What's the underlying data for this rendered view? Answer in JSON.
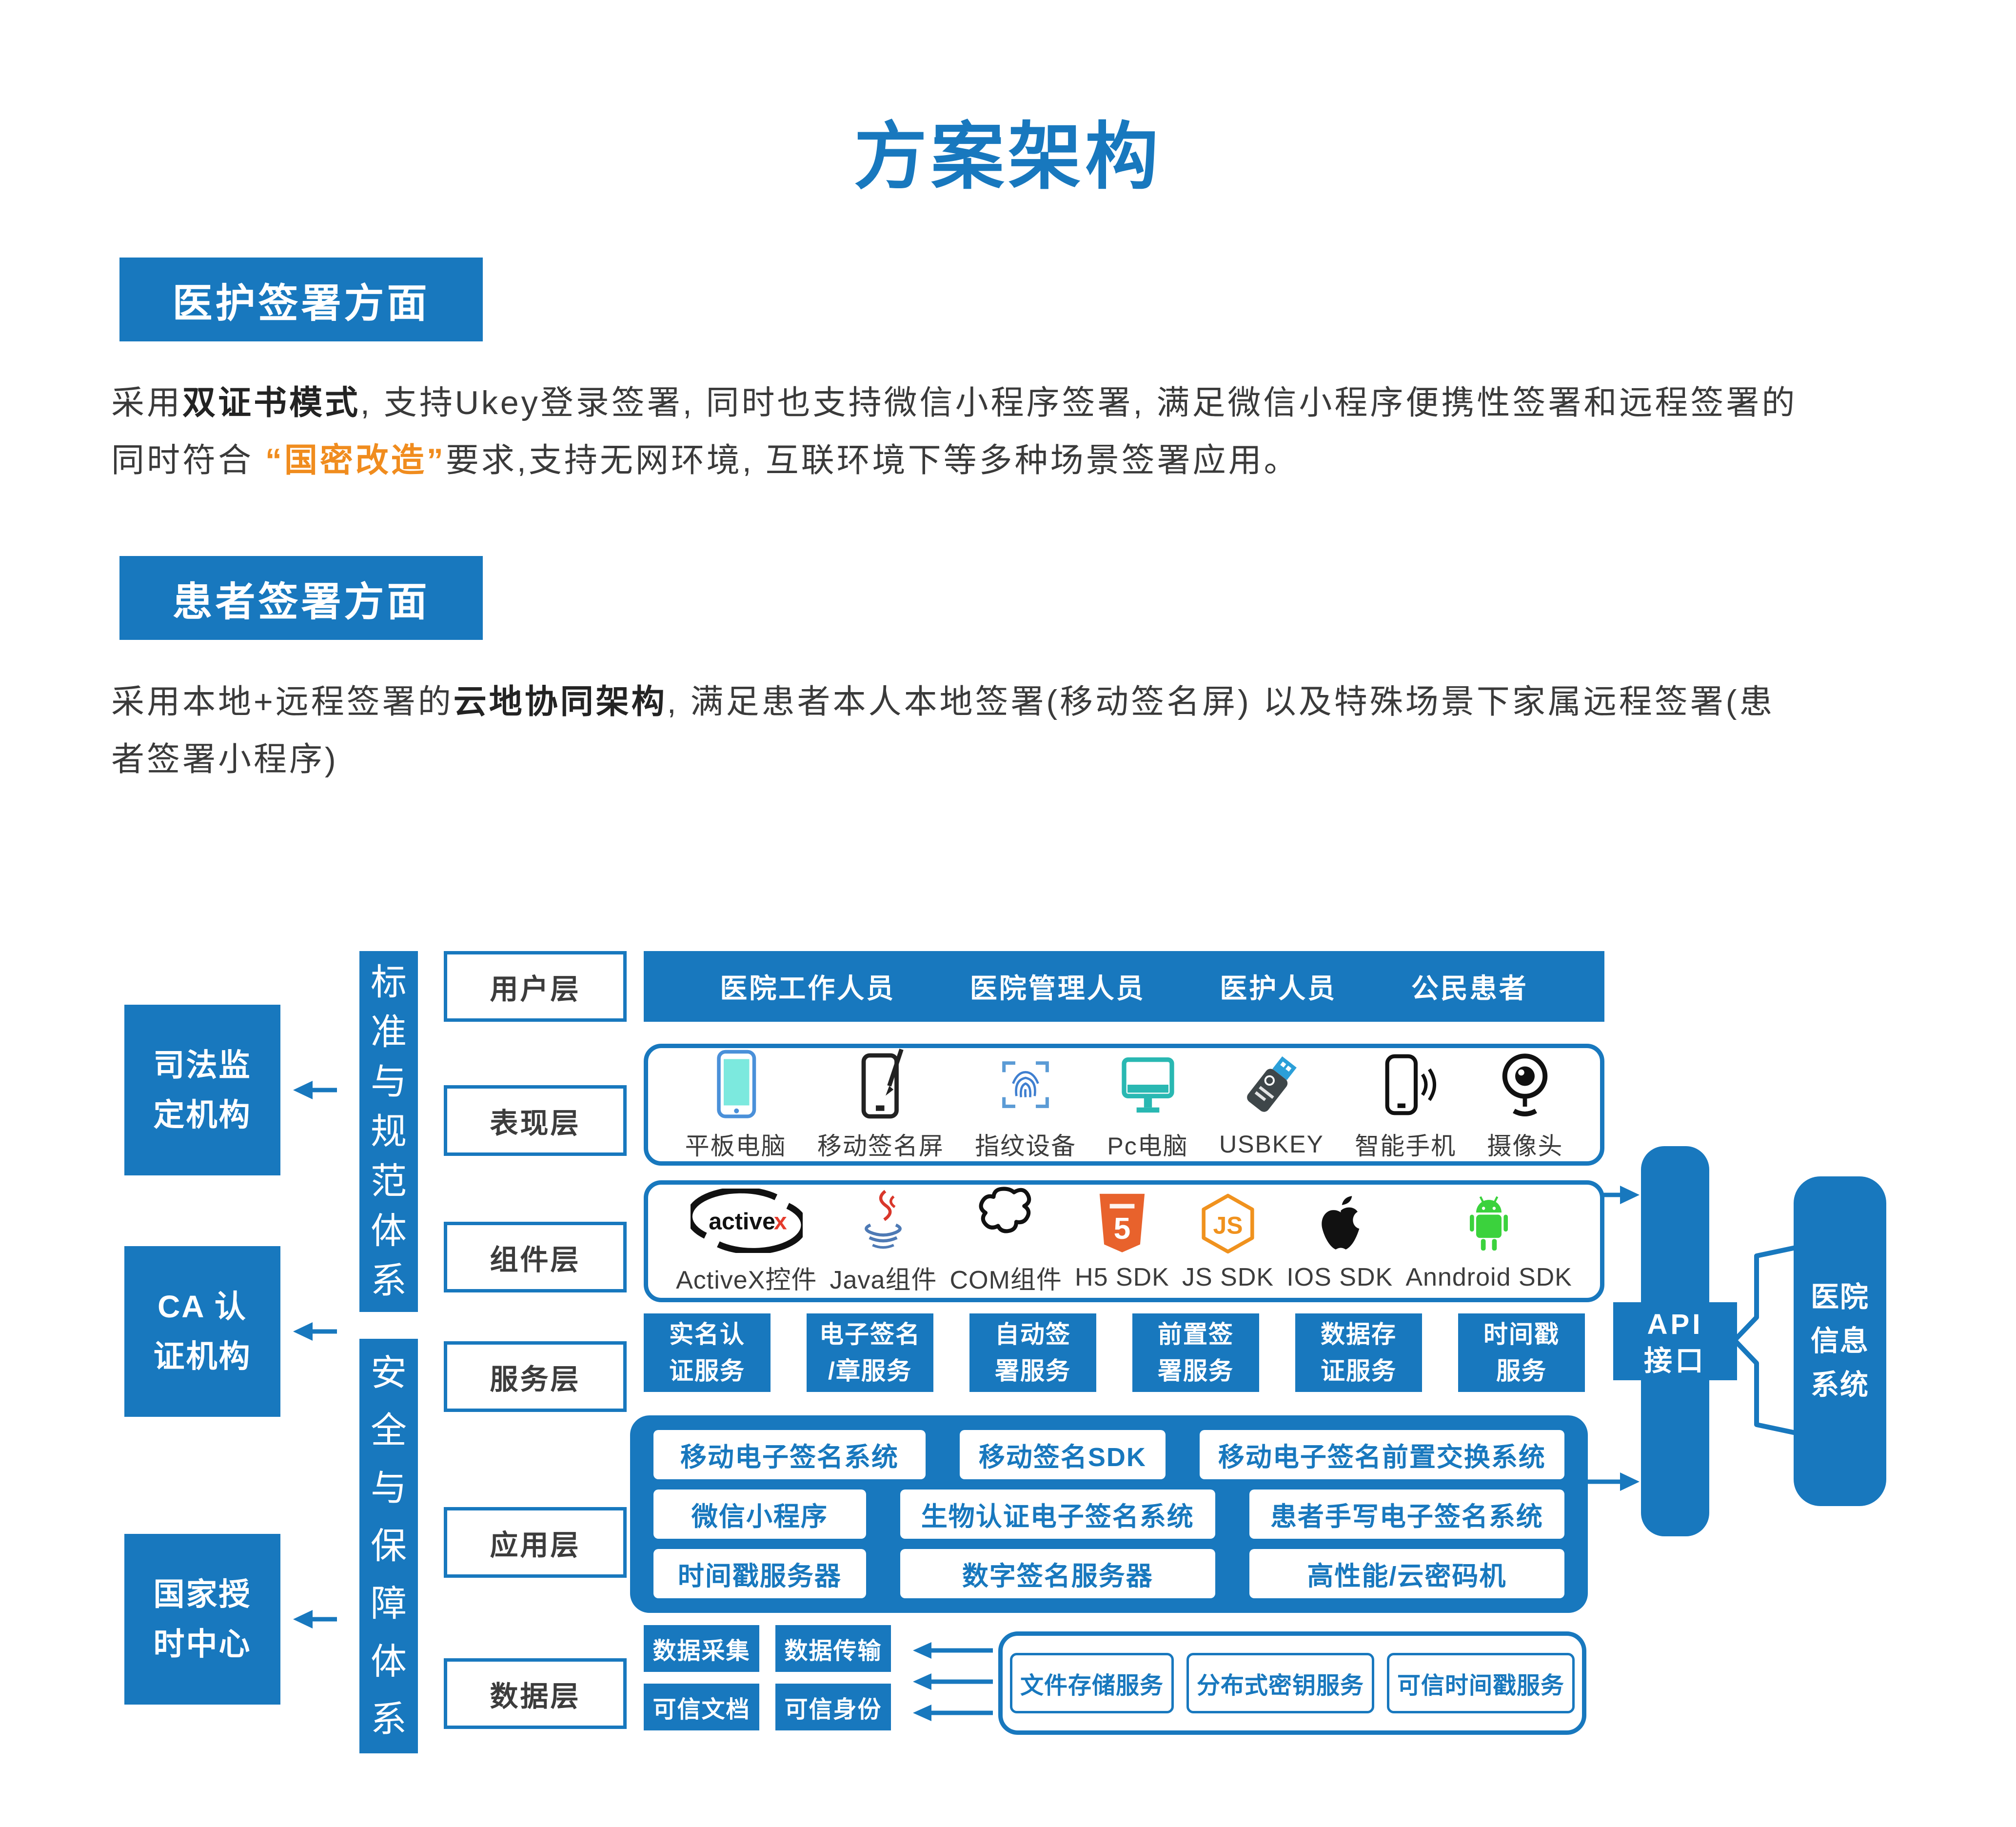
{
  "title": "方案架构",
  "colors": {
    "primary": "#1878BE",
    "accent_orange": "#F08C1E"
  },
  "sections": [
    {
      "heading": "医护签署方面",
      "lines": [
        [
          {
            "t": "采用",
            "s": "n"
          },
          {
            "t": "双证书模式",
            "s": "b"
          },
          {
            "t": ", 支持Ukey登录签署, 同时也支持微信小程序签署, 满足微信小程序便携性签署和远程签署的",
            "s": "n"
          }
        ],
        [
          {
            "t": "同时符合  ",
            "s": "n"
          },
          {
            "t": "“国密改造”",
            "s": "o"
          },
          {
            "t": "要求,支持无网环境, 互联环境下等多种场景签署应用。",
            "s": "n"
          }
        ]
      ]
    },
    {
      "heading": "患者签署方面",
      "lines": [
        [
          {
            "t": "采用本地+远程签署的",
            "s": "n"
          },
          {
            "t": "云地协同架构",
            "s": "b"
          },
          {
            "t": ", 满足患者本人本地签署(移动签名屏) 以及特殊场景下家属远程签署(患",
            "s": "n"
          }
        ],
        [
          {
            "t": "者签署小程序)",
            "s": "n"
          }
        ]
      ]
    }
  ],
  "diagram": {
    "left_orgs": [
      {
        "lines": [
          "司法监",
          "定机构"
        ]
      },
      {
        "lines": [
          "CA 认",
          "证机构"
        ]
      },
      {
        "lines": [
          "国家授",
          "时中心"
        ]
      }
    ],
    "pillars": [
      {
        "text": "标准与规范体系"
      },
      {
        "text": "安全与保障体系"
      }
    ],
    "layer_labels": [
      "用户层",
      "表现层",
      "组件层",
      "服务层",
      "应用层",
      "数据层"
    ],
    "user_roles": [
      "医院工作人员",
      "医院管理人员",
      "医护人员",
      "公民患者"
    ],
    "presentation_items": [
      {
        "icon": "tablet-icon",
        "label": "平板电脑"
      },
      {
        "icon": "signpad-icon",
        "label": "移动签名屏"
      },
      {
        "icon": "fingerprint-icon",
        "label": "指纹设备"
      },
      {
        "icon": "pc-icon",
        "label": "Pc电脑"
      },
      {
        "icon": "usbkey-icon",
        "label": "USBKEY"
      },
      {
        "icon": "smartphone-icon",
        "label": "智能手机"
      },
      {
        "icon": "camera-icon",
        "label": "摄像头"
      }
    ],
    "component_items": [
      {
        "icon": "activex-icon",
        "label": "ActiveX控件"
      },
      {
        "icon": "java-icon",
        "label": "Java组件"
      },
      {
        "icon": "com-icon",
        "label": "COM组件"
      },
      {
        "icon": "h5-icon",
        "label": "H5 SDK"
      },
      {
        "icon": "js-icon",
        "label": "JS SDK"
      },
      {
        "icon": "ios-icon",
        "label": "IOS SDK"
      },
      {
        "icon": "android-icon",
        "label": "Anndroid SDK"
      }
    ],
    "service_boxes": [
      [
        "实名认",
        "证服务"
      ],
      [
        "电子签名",
        "/章服务"
      ],
      [
        "自动签",
        "署服务"
      ],
      [
        "前置签",
        "署服务"
      ],
      [
        "数据存",
        "证服务"
      ],
      [
        "时间戳",
        "服务"
      ]
    ],
    "app_rows": [
      [
        "移动电子签名系统",
        "移动签名SDK",
        "移动电子签名前置交换系统"
      ],
      [
        "微信小程序",
        "生物认证电子签名系统",
        "患者手写电子签名系统"
      ],
      [
        "时间戳服务器",
        "数字签名服务器",
        "高性能/云密码机"
      ]
    ],
    "data_boxes": [
      "数据采集",
      "数据传输",
      "可信文档",
      "可信身份"
    ],
    "data_services": [
      "文件存储服务",
      "分布式密钥服务",
      "可信时间戳服务"
    ],
    "api_label": [
      "API",
      "接口"
    ],
    "his_label": [
      "医院",
      "信息",
      "系统"
    ]
  }
}
